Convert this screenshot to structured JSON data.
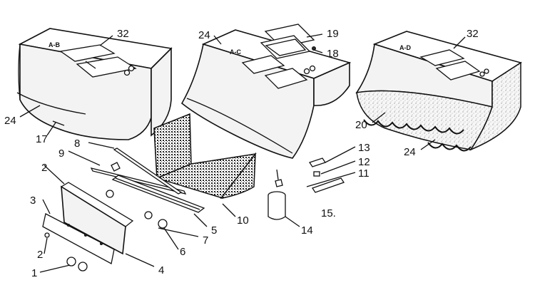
{
  "diagram": {
    "unit_marks": {
      "left_unit": "A-B",
      "center_unit": "A-C",
      "right_unit": "A-D"
    },
    "callouts": {
      "c1": "1",
      "c2a": "2",
      "c2b": "2",
      "c3": "3",
      "c4": "4",
      "c5": "5",
      "c6": "6",
      "c7": "7",
      "c8": "8",
      "c9": "9",
      "c10": "10",
      "c11": "11",
      "c12": "12",
      "c13": "13",
      "c14": "14",
      "c15": "15.",
      "c17": "17",
      "c18": "18",
      "c19": "19",
      "c20": "20",
      "c24a": "24",
      "c24b": "24",
      "c24c": "24",
      "c32a": "32",
      "c32b": "32"
    }
  }
}
